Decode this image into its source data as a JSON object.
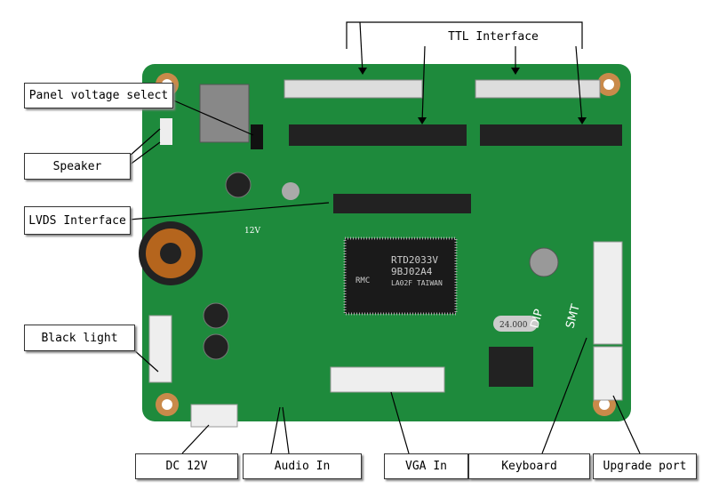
{
  "labels": {
    "ttl": "TTL Interface",
    "panel_voltage": "Panel voltage select",
    "speaker": "Speaker",
    "lvds": "LVDS Interface",
    "backlight": "Black light",
    "dc": "DC 12V",
    "audio": "Audio In",
    "vga": "VGA In",
    "keyboard": "Keyboard",
    "upgrade": "Upgrade port"
  },
  "chip": {
    "line1": "RTD2033V",
    "line2": "9BJ02A4",
    "line3": "LA02F TAIWAN",
    "logo": "RMC"
  },
  "board_marks": {
    "dip": "DIP",
    "smt": "SMT",
    "crystal": "24.000",
    "v12": "12V"
  },
  "colors": {
    "board": "#1e8a3c",
    "chip": "#1a1a1a"
  }
}
